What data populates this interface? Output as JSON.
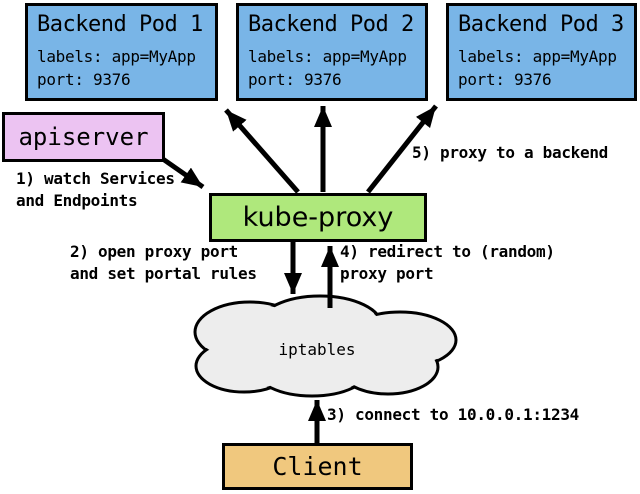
{
  "colors": {
    "pod_fill": "#79B5E7",
    "apiserver_fill": "#ECC3F2",
    "kube_proxy_fill": "#AFE87C",
    "cloud_fill": "#EDEDED",
    "client_fill": "#F0C87E",
    "outline": "#000000",
    "background": "#FFFFFF",
    "text": "#000000"
  },
  "pods": [
    {
      "title": "Backend Pod 1",
      "labels": "labels: app=MyApp",
      "port": "port: 9376"
    },
    {
      "title": "Backend Pod 2",
      "labels": "labels: app=MyApp",
      "port": "port: 9376"
    },
    {
      "title": "Backend Pod 3",
      "labels": "labels: app=MyApp",
      "port": "port: 9376"
    }
  ],
  "nodes": {
    "apiserver": "apiserver",
    "kube_proxy": "kube-proxy",
    "iptables": "iptables",
    "client": "Client"
  },
  "steps": {
    "step1_line1": "1) watch Services",
    "step1_line2": "and Endpoints",
    "step2_line1": "2) open proxy port",
    "step2_line2": "and set portal rules",
    "step3_line1": "3) connect to 10.0.0.1:1234",
    "step4_line1": "4) redirect to (random)",
    "step4_line2": "proxy port",
    "step5_line1": "5) proxy to a backend"
  }
}
